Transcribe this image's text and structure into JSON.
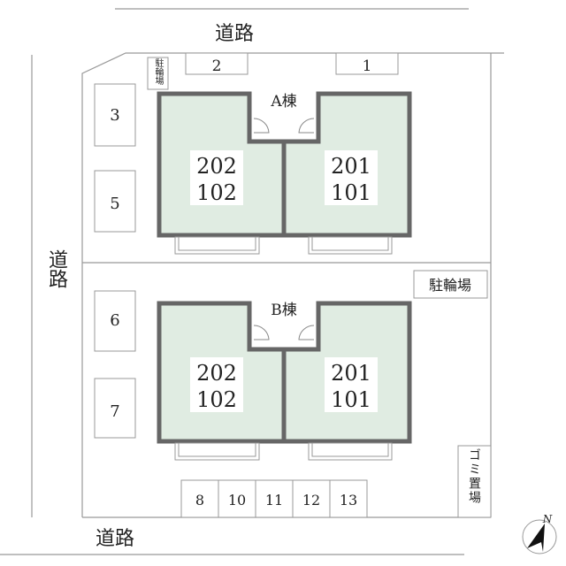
{
  "roads": {
    "top": "道路",
    "left": "道路",
    "bottom": "道路"
  },
  "parking": {
    "top": [
      "2",
      "1"
    ],
    "left": [
      "3",
      "5",
      "6",
      "7"
    ],
    "bottom": [
      "8",
      "10",
      "11",
      "12",
      "13"
    ]
  },
  "bicycle_small": "駐輪場",
  "bicycle_large": "駐輪場",
  "garbage": "ゴミ置場",
  "compass": "N",
  "buildings": [
    {
      "name": "A棟",
      "units_left": [
        "202",
        "102"
      ],
      "units_right": [
        "201",
        "101"
      ]
    },
    {
      "name": "B棟",
      "units_left": [
        "202",
        "102"
      ],
      "units_right": [
        "201",
        "101"
      ]
    }
  ],
  "colors": {
    "floor": "#e0ece2",
    "wall": "#666666",
    "line": "#999999"
  }
}
